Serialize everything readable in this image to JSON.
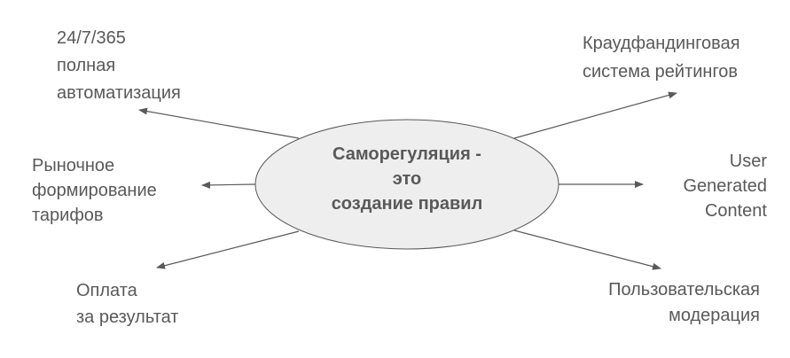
{
  "center": {
    "lines": [
      "Саморегуляция -",
      "это",
      "создание правил"
    ],
    "fill": "#eeeeee",
    "stroke": "#595959"
  },
  "nodes": [
    {
      "id": "automation",
      "position": "top-left",
      "lines": [
        "24/7/365",
        "полная",
        "автоматизация"
      ]
    },
    {
      "id": "market-pricing",
      "position": "left",
      "lines": [
        "Рыночное",
        "формирование",
        "тарифов"
      ]
    },
    {
      "id": "pay-for-result",
      "position": "bottom-left",
      "lines": [
        "Оплата",
        "за результат"
      ]
    },
    {
      "id": "crowdfunding-rating",
      "position": "top-right",
      "lines": [
        "Краудфандинговая",
        "система рейтингов"
      ]
    },
    {
      "id": "ugc",
      "position": "right",
      "lines": [
        "User",
        "Generated",
        "Content"
      ]
    },
    {
      "id": "user-moderation",
      "position": "bottom-right",
      "lines": [
        "Пользовательская",
        "модерация"
      ]
    }
  ],
  "colors": {
    "text": "#595959",
    "arrow": "#595959",
    "background": "#ffffff"
  }
}
